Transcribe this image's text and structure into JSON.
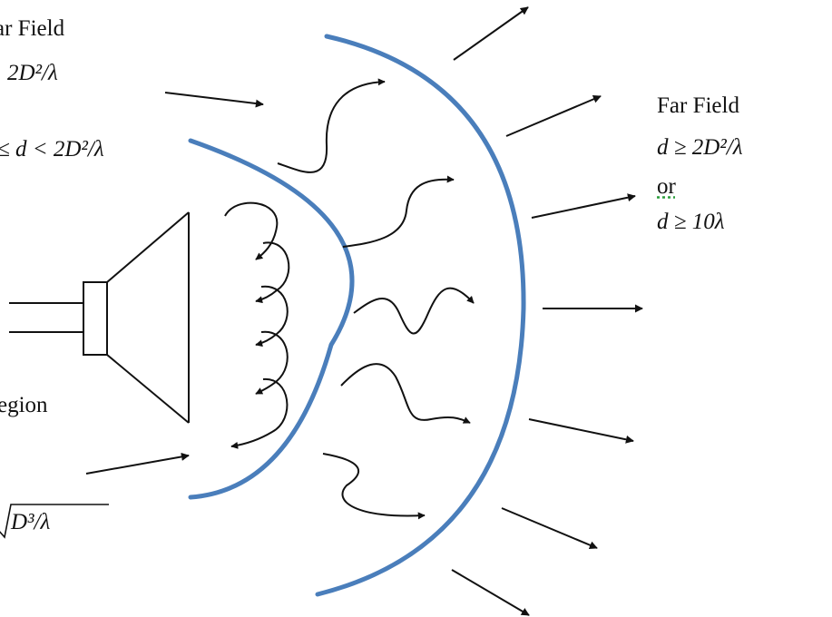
{
  "labels": {
    "left_top_title": "ar Field",
    "left_top_formula": "2D²/λ",
    "left_mid_formula": "≤ d < 2D²/λ",
    "left_bottom_title": "egion",
    "left_bottom_formula": "D³/λ",
    "far_field_title": "Far Field",
    "far_field_formula_1": "d ≥ 2D²/λ",
    "far_field_or": "or",
    "far_field_formula_2": "d ≥ 10λ"
  },
  "colors": {
    "boundary": "#4a7ebb",
    "ink": "#111111"
  }
}
